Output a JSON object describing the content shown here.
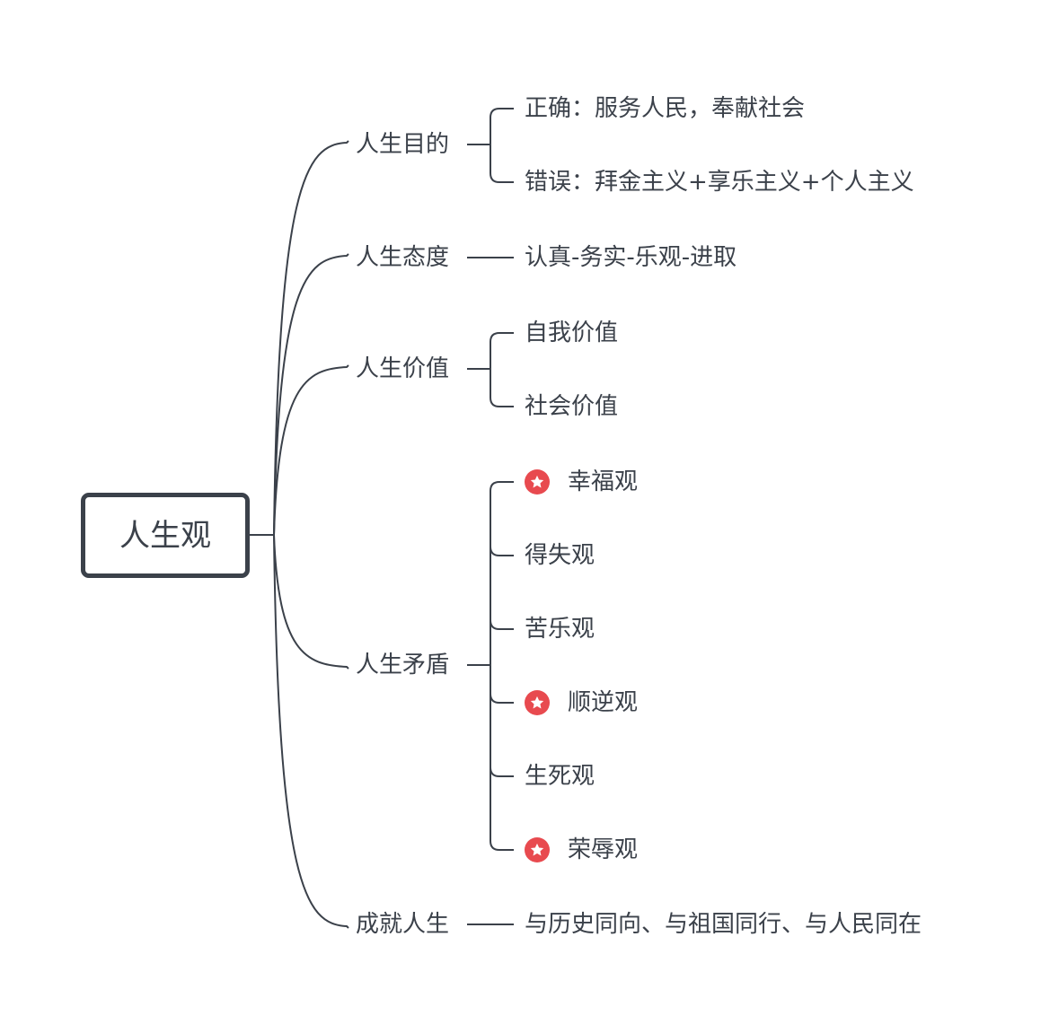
{
  "root": {
    "label": "人生观"
  },
  "branches": [
    {
      "label": "人生目的",
      "children": [
        {
          "label": "正确：服务人民，奉献社会"
        },
        {
          "label": "错误：拜金主义+享乐主义+个人主义"
        }
      ]
    },
    {
      "label": "人生态度",
      "children": [
        {
          "label": "认真-务实-乐观-进取"
        }
      ]
    },
    {
      "label": "人生价值",
      "children": [
        {
          "label": "自我价值"
        },
        {
          "label": "社会价值"
        }
      ]
    },
    {
      "label": "人生矛盾",
      "children": [
        {
          "label": "幸福观",
          "starred": true
        },
        {
          "label": "得失观"
        },
        {
          "label": "苦乐观"
        },
        {
          "label": "顺逆观",
          "starred": true
        },
        {
          "label": "生死观"
        },
        {
          "label": "荣辱观",
          "starred": true
        }
      ]
    },
    {
      "label": "成就人生",
      "children": [
        {
          "label": "与历史同向、与祖国同行、与人民同在"
        }
      ]
    }
  ],
  "colors": {
    "line": "#3b414a",
    "star": "#e84a4f"
  }
}
